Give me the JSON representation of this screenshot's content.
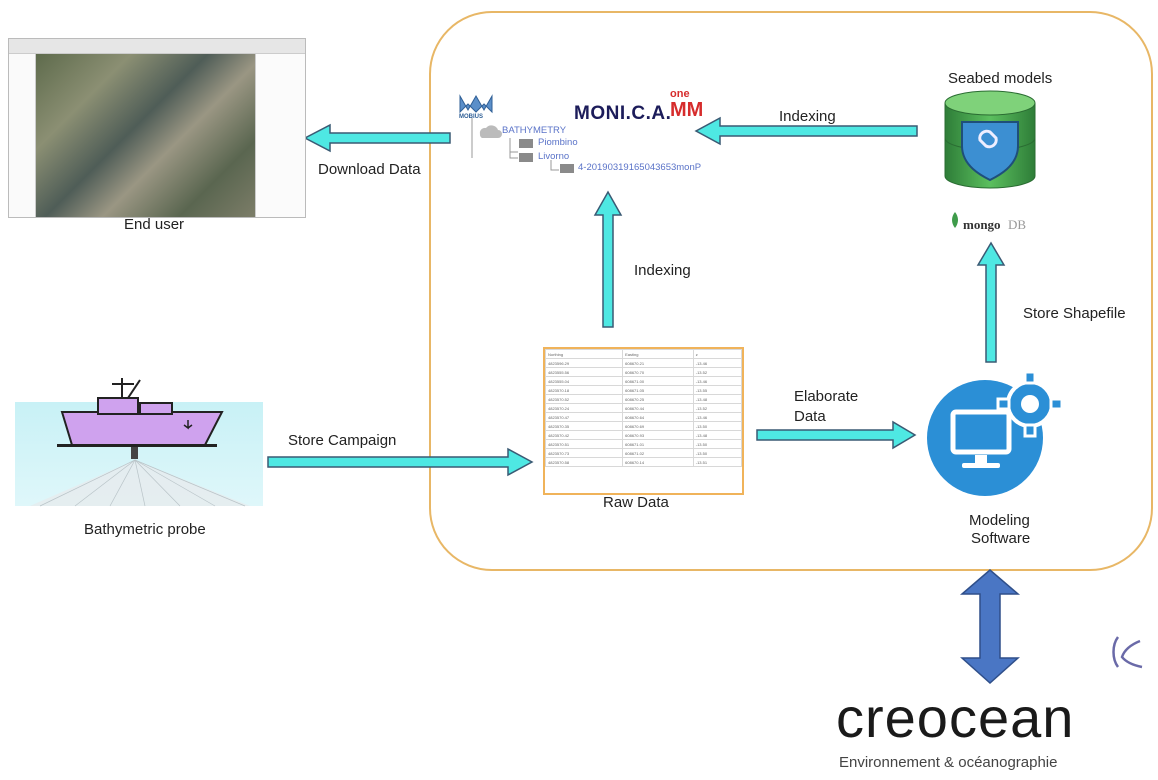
{
  "labels": {
    "end_user": "End user",
    "download_data": "Download Data",
    "bathymetric_probe": "Bathymetric probe",
    "store_campaign": "Store Campaign",
    "raw_data": "Raw Data",
    "indexing_vertical": "Indexing",
    "indexing_top": "Indexing",
    "elaborate_data_line1": "Elaborate",
    "elaborate_data_line2": "Data",
    "seabed_models": "Seabed models",
    "store_shapefile": "Store Shapefile",
    "modeling_line1": "Modeling",
    "modeling_line2": "Software"
  },
  "repository": {
    "logo_text": "MOBIUS",
    "monica_text": "MONI.C.A.",
    "onemm_top": "one",
    "onemm_bottom": "MM",
    "tree": {
      "root": "BATHYMETRY",
      "child1": "Piombino",
      "child2": "Livorno",
      "leaf": "4-20190319165043653monP"
    }
  },
  "mongodb": {
    "prefix": "mongo",
    "suffix": "DB"
  },
  "creocean": {
    "name": "creocean",
    "subtitle": "Environnement & océanographie"
  },
  "raw_table": {
    "header": [
      "Northing",
      "Easting",
      "z"
    ],
    "rows": [
      [
        "4823596.29",
        "608670.21",
        "-13.46"
      ],
      [
        "4823555.56",
        "608670.70",
        "-13.52"
      ],
      [
        "4823555.04",
        "608671.00",
        "-13.46"
      ],
      [
        "4823570.18",
        "608671.05",
        "-13.55"
      ],
      [
        "4823570.52",
        "608670.25",
        "-13.48"
      ],
      [
        "4823570.24",
        "608670.44",
        "-13.52"
      ],
      [
        "4823570.47",
        "608670.64",
        "-13.46"
      ],
      [
        "4823570.35",
        "608670.69",
        "-13.50"
      ],
      [
        "4823570.42",
        "608670.93",
        "-13.48"
      ],
      [
        "4823570.51",
        "608671.01",
        "-13.50"
      ],
      [
        "4823570.73",
        "608671.02",
        "-13.50"
      ],
      [
        "4823570.58",
        "608670.14",
        "-13.51"
      ]
    ]
  },
  "colors": {
    "arrow_fill": "#4ee8e3",
    "arrow_stroke": "#3a5a74",
    "container_border": "#e8b766",
    "blue_arrow": "#4a76c4",
    "db_green": "#3e9b4a",
    "gear_blue": "#2b8fd6"
  }
}
